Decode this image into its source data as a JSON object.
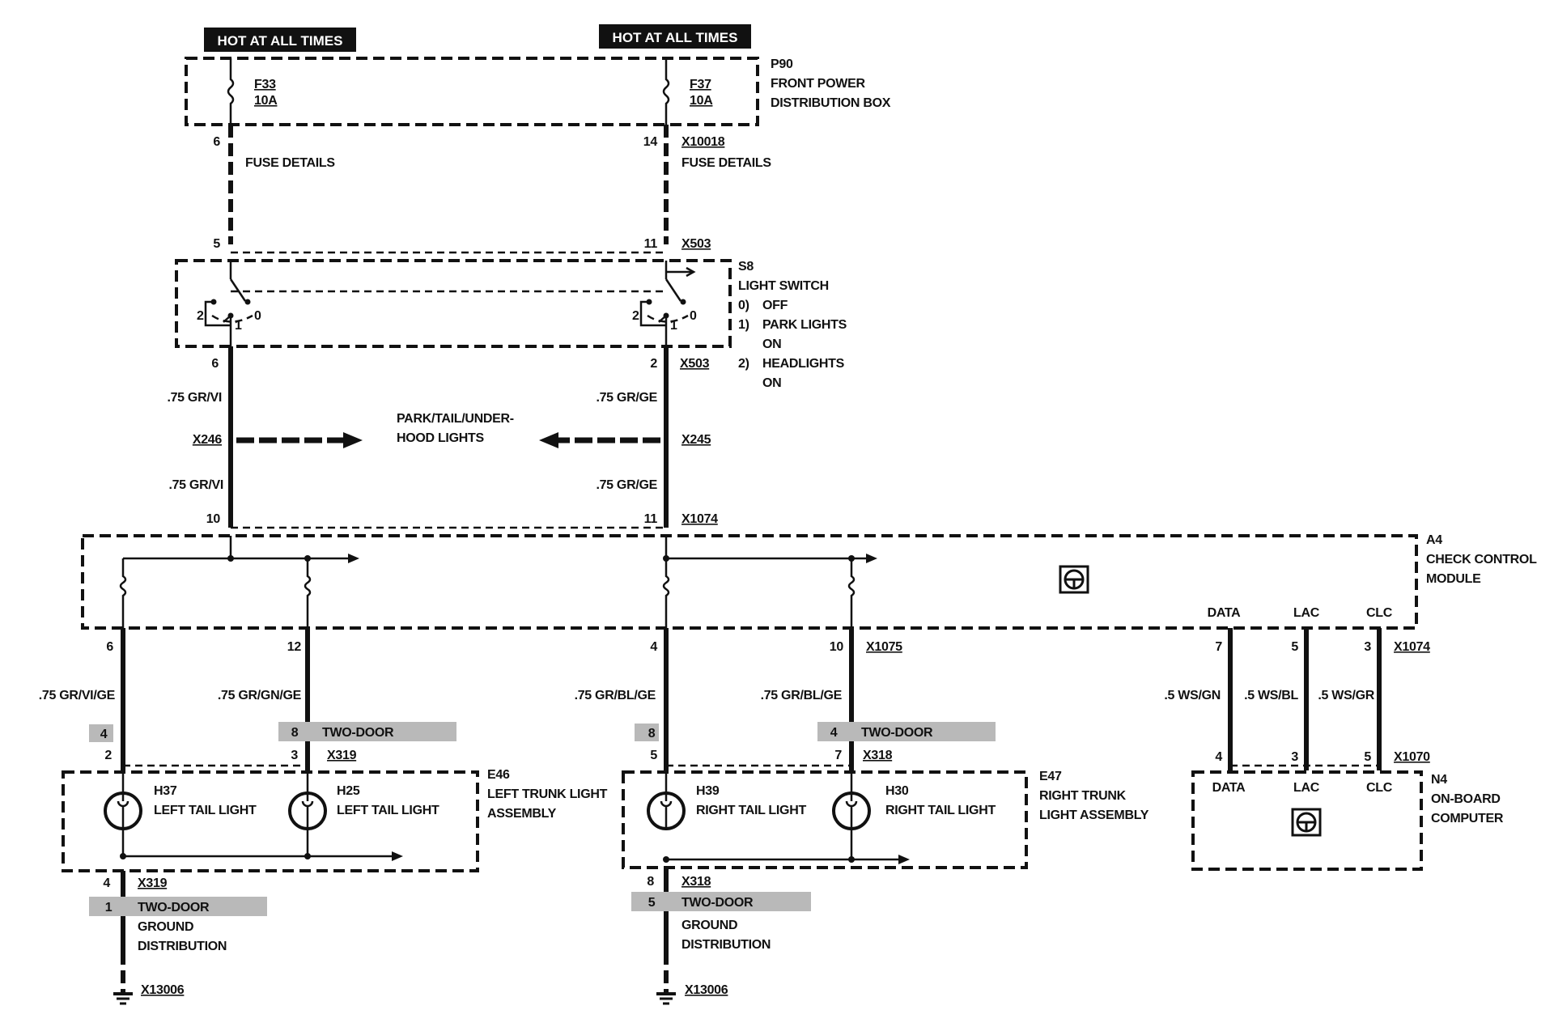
{
  "diagram": {
    "supply_left": "HOT AT ALL TIMES",
    "supply_right": "HOT AT ALL TIMES",
    "p90": {
      "id": "P90",
      "line1": "FRONT POWER",
      "line2": "DISTRIBUTION BOX"
    },
    "fuse_left": {
      "name": "F33",
      "rating": "10A"
    },
    "fuse_right": {
      "name": "F37",
      "rating": "10A"
    },
    "pin_6_top": "6",
    "pin_14_top": "14",
    "x10018": "X10018",
    "fuse_details_left": "FUSE DETAILS",
    "fuse_details_right": "FUSE DETAILS",
    "pin_5_sw": "5",
    "pin_11_sw": "11",
    "x503_top": "X503",
    "s8": {
      "id": "S8",
      "name": "LIGHT SWITCH",
      "pos0_num": "0)",
      "pos0": "OFF",
      "pos1_num": "1)",
      "pos1_a": "PARK LIGHTS",
      "pos1_b": "ON",
      "pos2_num": "2)",
      "pos2_a": "HEADLIGHTS",
      "pos2_b": "ON"
    },
    "sw_pos_2": "2",
    "sw_pos_1": "1",
    "sw_pos_0": "0",
    "pin_6_sw": "6",
    "pin_2_sw": "2",
    "x503_bot": "X503",
    "wire_left_1": ".75 GR/VI",
    "wire_right_1": ".75 GR/GE",
    "x246": "X246",
    "x245": "X245",
    "park_tail_1": "PARK/TAIL/UNDER-",
    "park_tail_2": "HOOD LIGHTS",
    "wire_left_2": ".75 GR/VI",
    "wire_right_2": ".75 GR/GE",
    "pin_10": "10",
    "pin_11": "11",
    "x1074_top": "X1074",
    "a4": {
      "id": "A4",
      "line1": "CHECK CONTROL",
      "line2": "MODULE"
    },
    "data_label": "DATA",
    "lac_label": "LAC",
    "clc_label": "CLC",
    "pin_6_a4": "6",
    "pin_12_a4": "12",
    "pin_4_a4": "4",
    "pin_10_a4": "10",
    "x1075": "X1075",
    "pin_7_a4": "7",
    "pin_5_a4": "5",
    "pin_3_a4": "3",
    "x1074_bot": "X1074",
    "wire_a": ".75 GR/VI/GE",
    "wire_b": ".75 GR/GN/GE",
    "wire_c": ".75 GR/BL/GE",
    "wire_d": ".75 GR/BL/GE",
    "wire_ws_gn": ".5 WS/GN",
    "wire_ws_bl": ".5 WS/BL",
    "wire_ws_gr": ".5 WS/GR",
    "two_door_a_pin": "4",
    "two_door_b_pin": "8",
    "two_door_c_pin": "8",
    "two_door_d_pin": "4",
    "two_door": "TWO-DOOR",
    "pin_2_lt": "2",
    "pin_3_lt": "3",
    "x319_top": "X319",
    "pin_5_rt": "5",
    "pin_7_rt": "7",
    "x318_top": "X318",
    "pin_4_n4": "4",
    "pin_3_n4": "3",
    "pin_5_n4": "5",
    "x1070": "X1070",
    "e46": {
      "id": "E46",
      "line1": "LEFT TRUNK LIGHT",
      "line2": "ASSEMBLY"
    },
    "e47": {
      "id": "E47",
      "line1": "RIGHT TRUNK",
      "line2": "LIGHT ASSEMBLY"
    },
    "h37": {
      "id": "H37",
      "name": "LEFT TAIL LIGHT"
    },
    "h25": {
      "id": "H25",
      "name": "LEFT TAIL LIGHT"
    },
    "h39": {
      "id": "H39",
      "name": "RIGHT TAIL LIGHT"
    },
    "h30": {
      "id": "H30",
      "name": "RIGHT TAIL LIGHT"
    },
    "n4": {
      "id": "N4",
      "line1": "ON-BOARD",
      "line2": "COMPUTER"
    },
    "n4_data": "DATA",
    "n4_lac": "LAC",
    "n4_clc": "CLC",
    "pin_4_gnd_l": "4",
    "x319_bot": "X319",
    "gnd_l_pin": "1",
    "pin_8_gnd_r": "8",
    "x318_bot": "X318",
    "gnd_r_pin": "5",
    "ground_1": "GROUND",
    "ground_2": "DISTRIBUTION",
    "x13006_l": "X13006",
    "x13006_r": "X13006"
  }
}
